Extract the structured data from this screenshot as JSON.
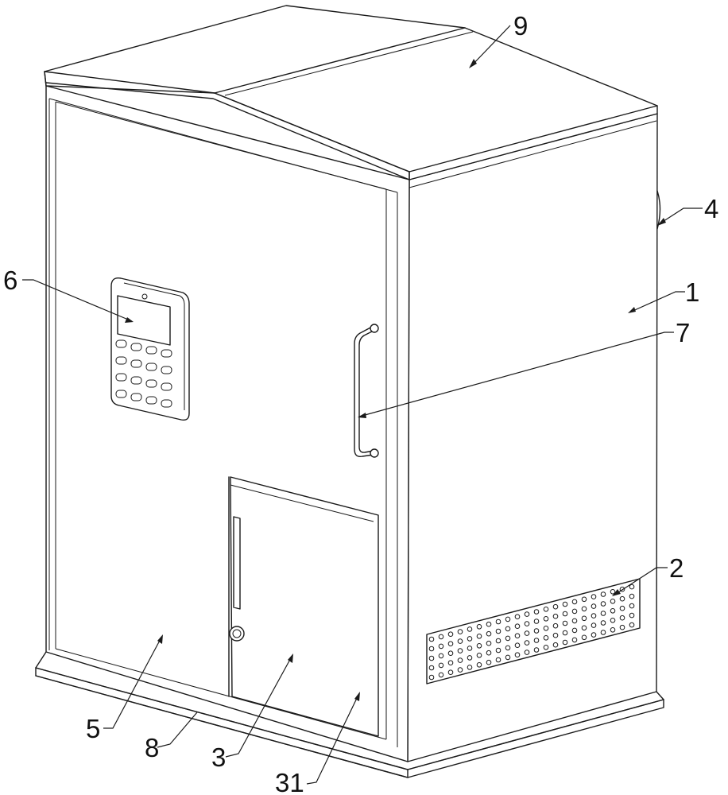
{
  "labels": {
    "l9": "9",
    "l4": "4",
    "l6": "6",
    "l1": "1",
    "l7": "7",
    "l2": "2",
    "l5": "5",
    "l8": "8",
    "l3": "3",
    "l31": "31"
  }
}
